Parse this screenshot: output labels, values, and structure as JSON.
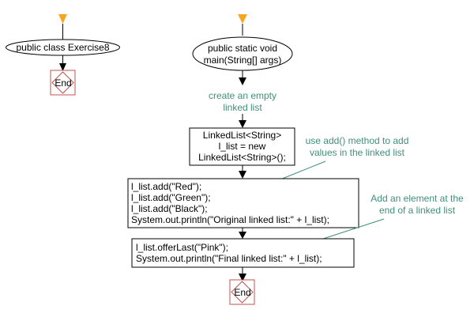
{
  "left_flow": {
    "class_node": "public class Exercise8",
    "end_node": "End"
  },
  "main_flow": {
    "start_node": [
      "public static void",
      "main(String[] args)"
    ],
    "note_create": [
      "create an empty",
      "linked list"
    ],
    "declare_box": [
      "LinkedList<String>",
      "l_list = new",
      "LinkedList<String>();"
    ],
    "note_add": [
      "use add() method to add",
      "values in the linked list"
    ],
    "add_box": [
      "l_list.add(\"Red\");",
      "l_list.add(\"Green\");",
      "l_list.add(\"Black\");",
      "System.out.println(\"Original linked list:\" + l_list);"
    ],
    "note_offer": [
      "Add an element at the",
      "end of a linked list"
    ],
    "offer_box": [
      "l_list.offerLast(\"Pink\");",
      "System.out.println(\"Final linked list:\" + l_list);"
    ],
    "end_node": "End"
  },
  "colors": {
    "start_marker": "#f5a623",
    "end_box_border": "#c0504d",
    "note_text": "#3f8f7a",
    "line": "#000000"
  }
}
